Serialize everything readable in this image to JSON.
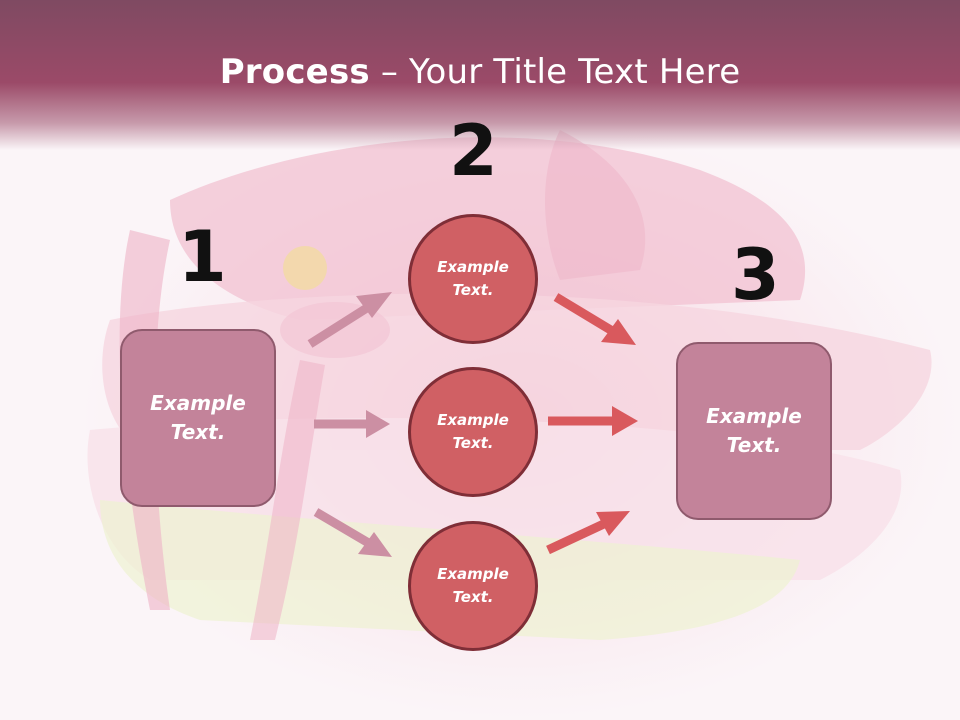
{
  "slide": {
    "title_bold": "Process",
    "title_rest": " – Your Title Text Here",
    "numbers": [
      "1",
      "2",
      "3"
    ],
    "left_box": "Example Text.",
    "right_box": "Example Text.",
    "circles": [
      "Example Text.",
      "Example Text.",
      "Example Text."
    ]
  },
  "colors": {
    "header": "#9b4a68",
    "box_fill": "#c3839a",
    "circle_fill": "#d06064",
    "left_arrows": "#cc8fa3",
    "right_arrows": "#d9595d"
  }
}
